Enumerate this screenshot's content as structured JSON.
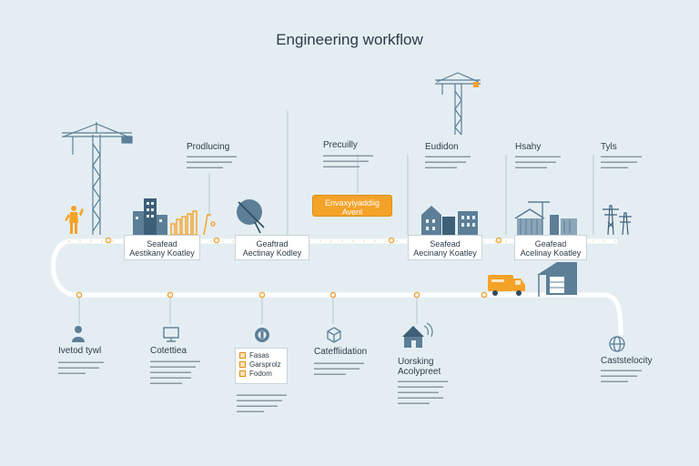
{
  "title": "Engineering workflow",
  "labels": {
    "upper_1": "Prodlucing",
    "upper_2": "Precuilly",
    "upper_3": "Eudidon",
    "upper_4": "Hsahy",
    "upper_5": "Tyls",
    "lower_1": "Ivetod tywl",
    "lower_2": "Cotettiea",
    "lower_3": "Cateffiidation",
    "lower_4a": "Uorsking",
    "lower_4b": "Acolypreet",
    "lower_5": "Caststelocity"
  },
  "boxes": {
    "box_1_l1": "Seafead",
    "box_1_l2": "Aestikany Koatley",
    "box_2_l1": "Geaftrad",
    "box_2_l2": "Aectinay Kodley",
    "box_3_l1": "Seafead",
    "box_3_l2": "Aecinany Koatley",
    "box_4_l1": "Geafead",
    "box_4_l2": "Acelinay Koatley",
    "orange_l1": "Envaxyiyaddiig",
    "orange_l2": "Avenl"
  },
  "list_items": [
    "Fasas",
    "Garsprolz",
    "Fodom"
  ],
  "colors": {
    "background": "#e4eef2",
    "accent": "#f5a229",
    "steel": "#5c7f97",
    "track": "#ffffff"
  },
  "icons": [
    "crane-icon",
    "worker-icon",
    "building-icon",
    "chart-bars-icon",
    "satellite-dish-icon",
    "factory-icon",
    "warehouse-icon",
    "power-pylon-icon",
    "truck-icon",
    "person-icon",
    "monitor-icon",
    "gear-badge-icon",
    "cube-icon",
    "house-icon",
    "globe-icon"
  ]
}
